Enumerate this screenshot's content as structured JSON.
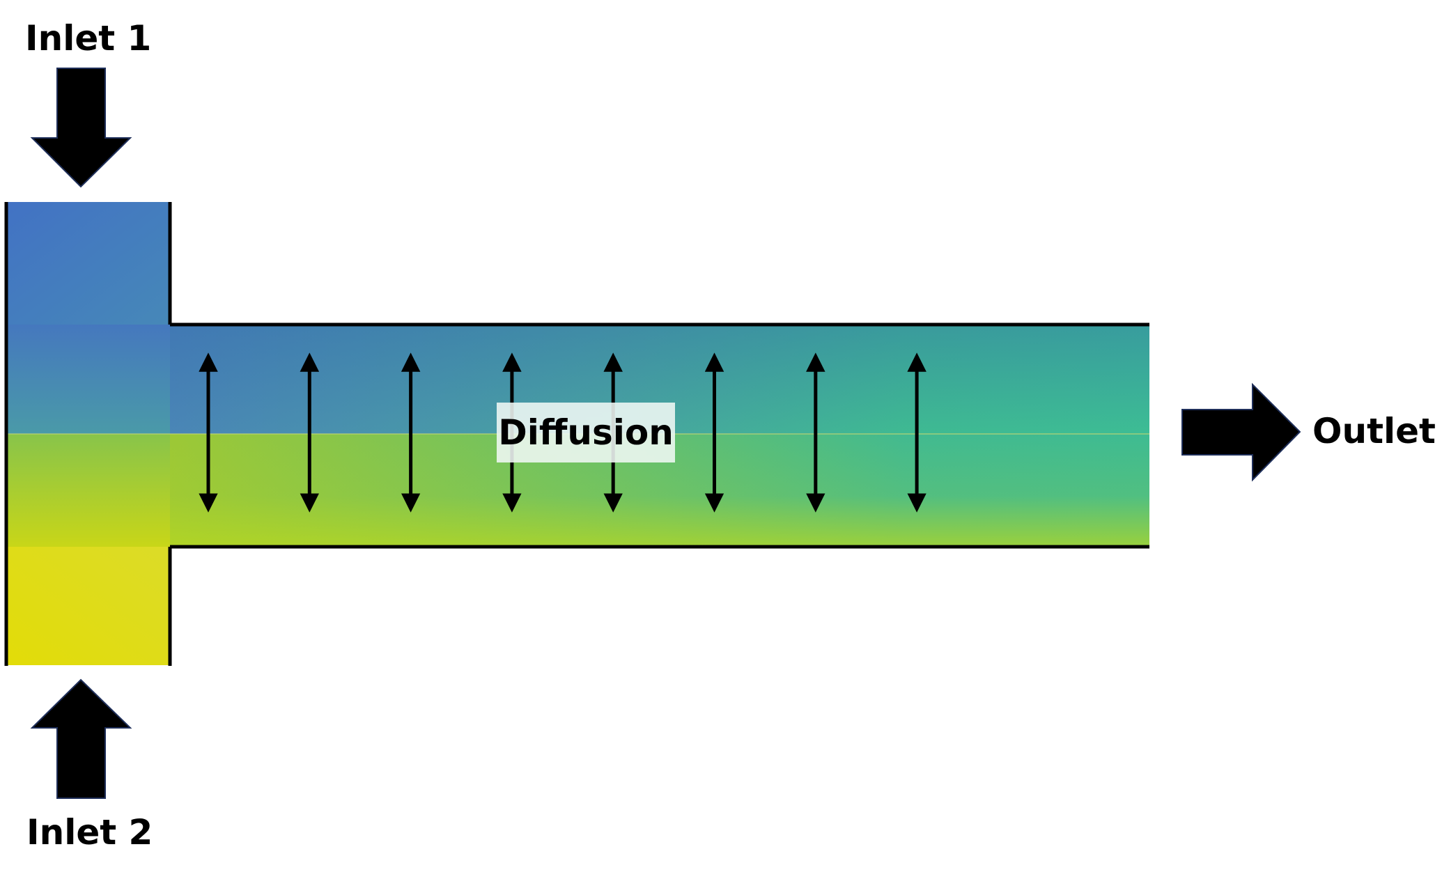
{
  "labels": {
    "inlet1": "Inlet 1",
    "inlet2": "Inlet 2",
    "outlet": "Outlet",
    "diffusion": "Diffusion"
  },
  "colors": {
    "inlet1_fluid": "#4272c4",
    "inlet2_fluid": "#e2dc12",
    "mixed_fluid": "#3dba92",
    "walls": "#000000",
    "arrows": "#000000"
  },
  "icons": {
    "inlet1_arrow": "arrow-down-icon",
    "inlet2_arrow": "arrow-up-icon",
    "outlet_arrow": "arrow-right-icon",
    "diffusion_arrows": "double-arrow-vertical-icon"
  },
  "diffusion_arrow_count": 8
}
